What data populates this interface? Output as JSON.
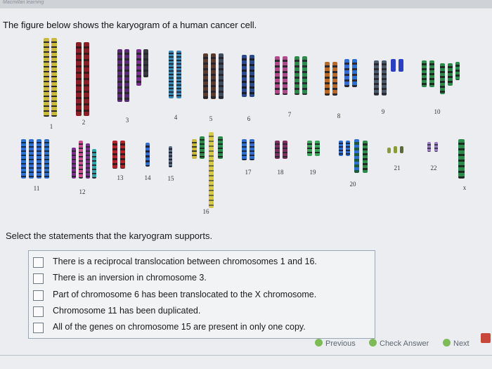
{
  "header": {
    "brand": "Macmillan learning"
  },
  "question": {
    "text": "The figure below shows the karyogram of a human cancer cell."
  },
  "karyogram": {
    "labels": [
      "1",
      "2",
      "3",
      "4",
      "5",
      "6",
      "7",
      "8",
      "9",
      "10",
      "11",
      "12",
      "13",
      "14",
      "15",
      "16",
      "17",
      "18",
      "19",
      "20",
      "21",
      "22",
      "x"
    ]
  },
  "prompt": "Select the statements that the karyogram supports.",
  "options": [
    {
      "label": "There is a reciprocal translocation between chromosomes 1 and 16.",
      "checked": false
    },
    {
      "label": "There is an inversion in chromosome 3.",
      "checked": false
    },
    {
      "label": "Part of chromosome 6 has been translocated to the X chromosome.",
      "checked": false
    },
    {
      "label": "Chromosome 11 has been duplicated.",
      "checked": false
    },
    {
      "label": "All of the genes on chromosome 15 are present in only one copy.",
      "checked": false
    }
  ],
  "footer": {
    "previous": "Previous",
    "check": "Check Answer",
    "next": "Next"
  },
  "colors": {
    "yellow": "#d9c94a",
    "red": "#b0232a",
    "purple": "#7a2f8f",
    "green": "#2d8a4a",
    "blue": "#2f6fd0",
    "grey": "#3f4a5a",
    "pink": "#c95090",
    "teal": "#2aa5a8",
    "dark": "#26262e"
  }
}
